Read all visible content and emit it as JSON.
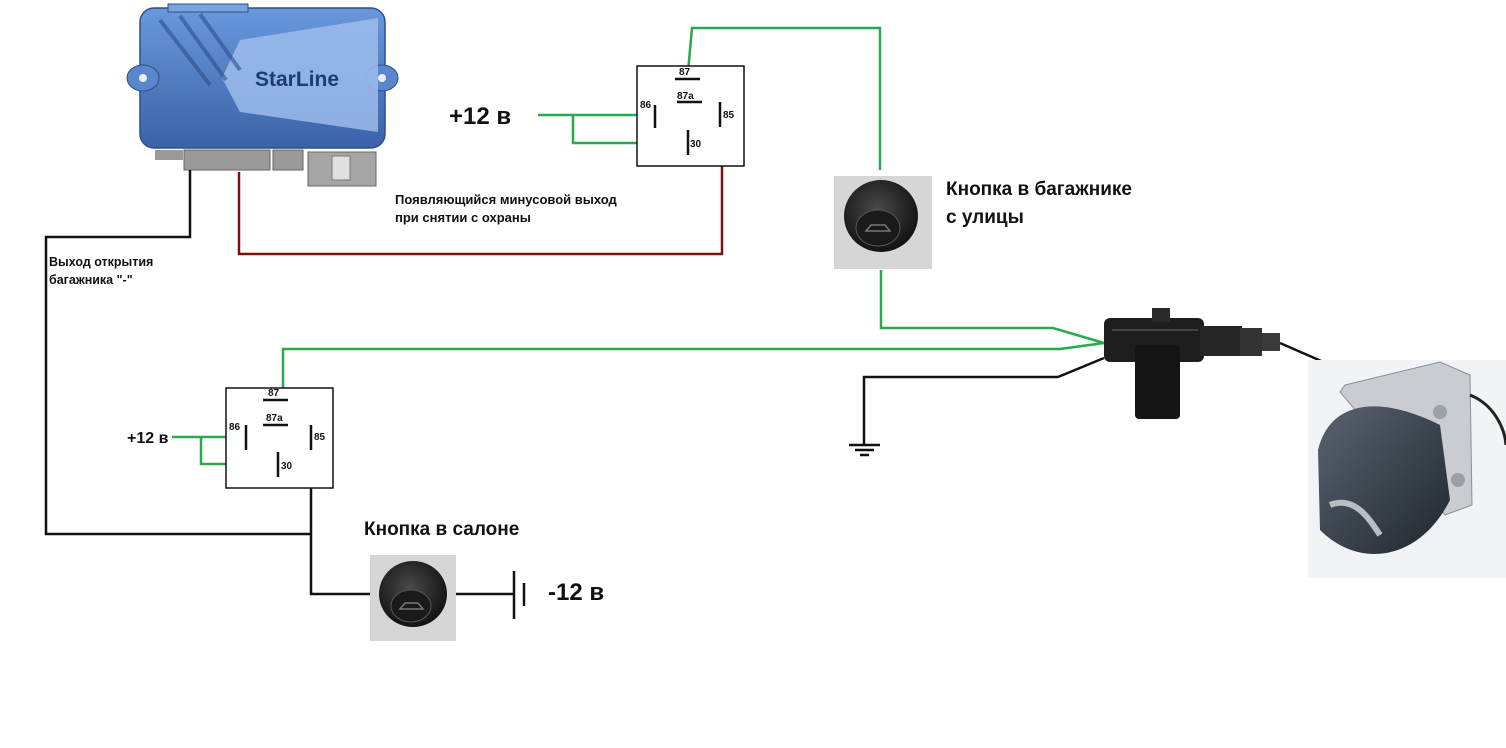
{
  "colors": {
    "wire_green": "#2aa84a",
    "wire_black": "#111111",
    "wire_red": "#7a1010",
    "module_blue": "#4a78c2",
    "relay_box": "#ffffff"
  },
  "module": {
    "brand": "StarLine",
    "icon": "alarm-module-icon"
  },
  "relay_top": {
    "supply_label": "+12 в",
    "pins": {
      "p87": "87",
      "p87a": "87a",
      "p86": "86",
      "p85": "85",
      "p30": "30"
    }
  },
  "relay_bottom": {
    "supply_label": "+12 в",
    "pins": {
      "p87": "87",
      "p87a": "87a",
      "p86": "86",
      "p85": "85",
      "p30": "30"
    }
  },
  "labels": {
    "minus_output_line1": "Появляющийся минусовой выход",
    "minus_output_line2": "при снятии с охраны",
    "trunk_output_line1": "Выход открытия",
    "trunk_output_line2": "багажника \"-\"",
    "trunk_button_line1": "Кнопка в багажнике",
    "trunk_button_line2": "с улицы",
    "cabin_button": "Кнопка в салоне",
    "minus_12": "-12 в"
  },
  "components": {
    "trunk_button_icon": "push-button-icon",
    "cabin_button_icon": "push-button-icon",
    "actuator_icon": "door-lock-actuator-icon",
    "trunk_lock_icon": "trunk-lock-icon",
    "ground_icon": "ground-symbol-icon",
    "battery_icon": "battery-symbol-icon"
  }
}
